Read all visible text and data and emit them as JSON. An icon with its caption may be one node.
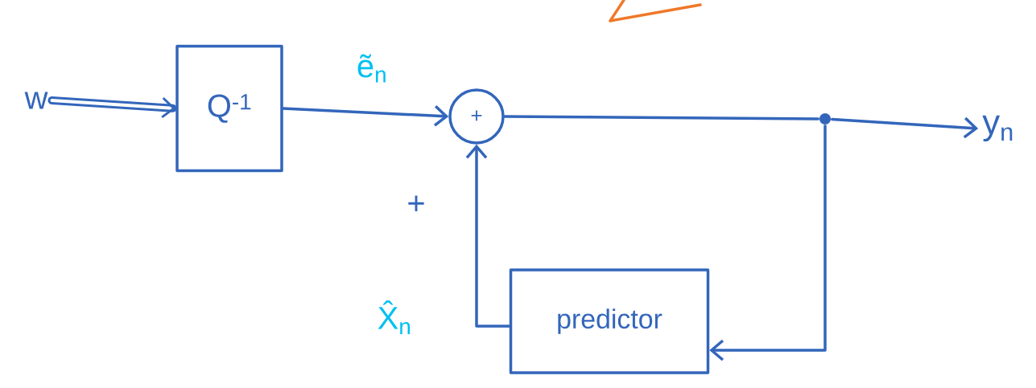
{
  "diagram": {
    "nodes": [
      {
        "text": [
          "w"
        ]
      },
      {
        "text": [
          "Q$^{-1}$"
        ]
      },
      {
        "text": [
          "+"
        ]
      },
      {
        "text": [],
        "shape": "circle"
      },
      {
        "text": [
          "y$_{n}$"
        ]
      },
      {
        "text": [
          "predictor"
        ]
      }
    ],
    "edges": [
      {
        "from": 0,
        "to": 1,
        "arrow": "to",
        "style": "thick"
      },
      {
        "from": 1,
        "to": 2,
        "arrow": "to",
        "label": "ẽ$_{n}$"
      },
      {
        "from": 2,
        "to": 3,
        "arrow": "none"
      },
      {
        "from": 3,
        "to": 4,
        "arrow": "to"
      },
      {
        "from": 3,
        "to": 5,
        "arrow": "to"
      },
      {
        "from": 5,
        "to": 2,
        "arrow": "to",
        "label": "X̂$_{n}$"
      }
    ],
    "labels": [
      "+"
    ]
  }
}
